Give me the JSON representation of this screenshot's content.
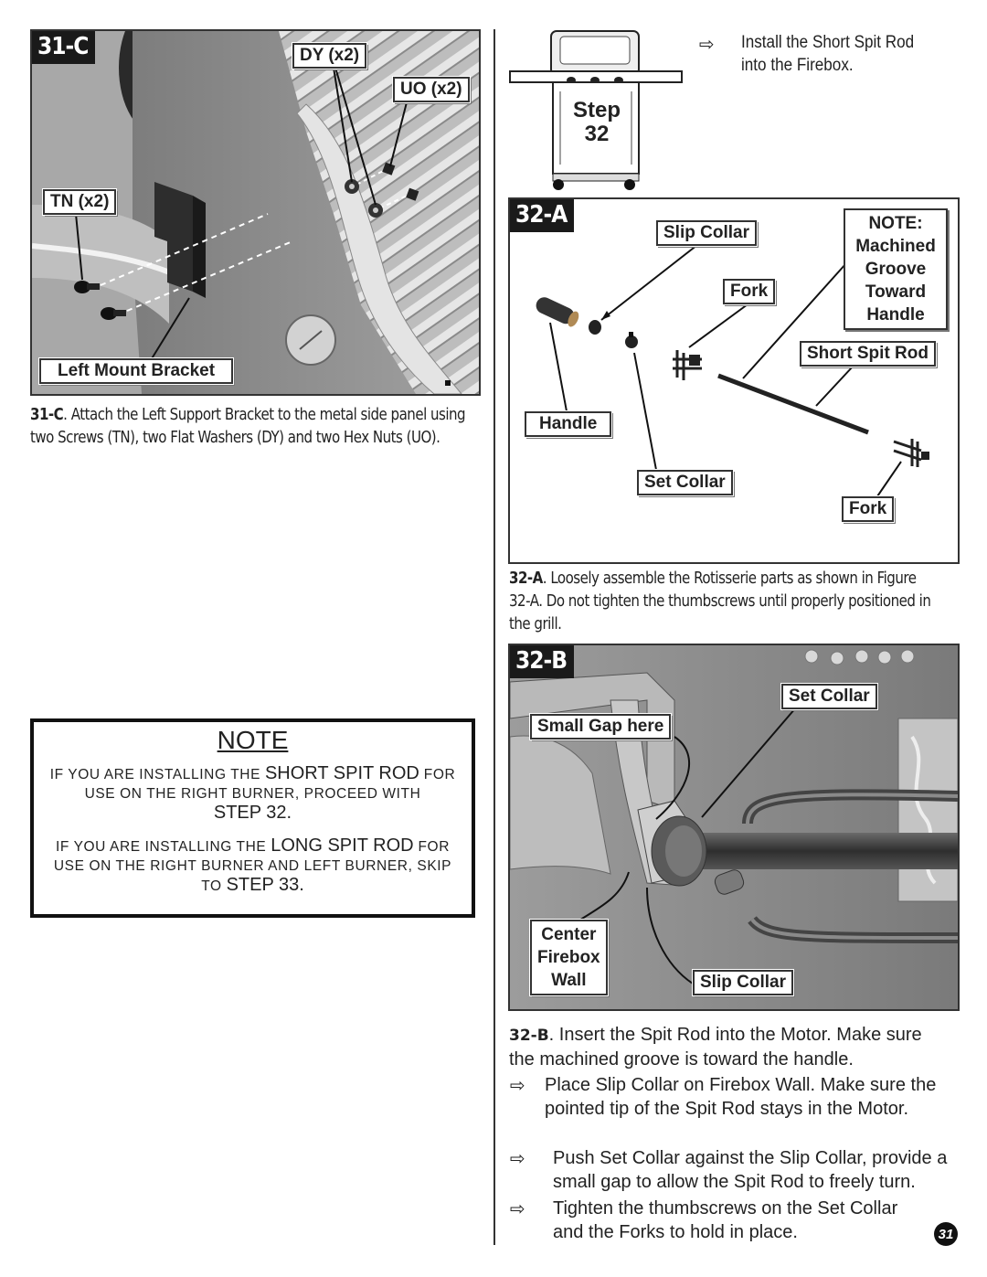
{
  "fig31c": {
    "tag": "31-C",
    "labels": {
      "dy": "DY (x2)",
      "uo": "UO (x2)",
      "tn": "TN (x2)",
      "bracket": "Left Mount Bracket"
    },
    "caption_bold": "31-C",
    "caption_text": ". Attach the Left Support Bracket to the metal side panel using two Screws (TN), two Flat Washers (DY) and two Hex Nuts (UO)."
  },
  "note": {
    "title": "NOTE",
    "p1_a": "If you are installing the ",
    "p1_b": "Short Spit Rod",
    "p1_c": " for use on the right burner, proceed with",
    "p1_d": "Step 32.",
    "p2_a": "If you are installing the ",
    "p2_b": "Long Spit Rod",
    "p2_c": " for use on the right burner and left burner, skip to ",
    "p2_d": "Step 33."
  },
  "step32": {
    "step_word": "Step",
    "step_num": "32",
    "intro": "Install the Short Spit Rod into the Firebox."
  },
  "fig32a": {
    "tag": "32-A",
    "labels": {
      "slip_collar": "Slip Collar",
      "fork_top": "Fork",
      "short_spit_rod": "Short Spit Rod",
      "handle": "Handle",
      "set_collar": "Set Collar",
      "fork_bottom": "Fork"
    },
    "note_lines": [
      "NOTE:",
      "Machined",
      "Groove",
      "Toward",
      "Handle"
    ],
    "caption_bold": "32-A",
    "caption_text": ". Loosely assemble  the Rotisserie parts as shown in Figure 32-A.  Do not tighten the thumbscrews until properly positioned in the grill."
  },
  "fig32b": {
    "tag": "32-B",
    "labels": {
      "set_collar": "Set Collar",
      "small_gap": "Small Gap here",
      "center_firebox_wall": [
        "Center",
        "Firebox",
        "Wall"
      ],
      "slip_collar": "Slip Collar"
    },
    "caption_bold": "32-B",
    "caption_text": ". Insert the Spit Rod into the Motor.  Make sure the machined groove is toward the handle."
  },
  "instructions": [
    "Place Slip Collar on Firebox Wall.  Make sure the pointed tip of the Spit Rod stays in the Motor.",
    "Push Set Collar against the Slip Collar, provide a small gap to allow the Spit Rod to freely turn.",
    "Tighten the thumbscrews on the Set Collar and the Forks to hold in place."
  ],
  "page_number": "31"
}
